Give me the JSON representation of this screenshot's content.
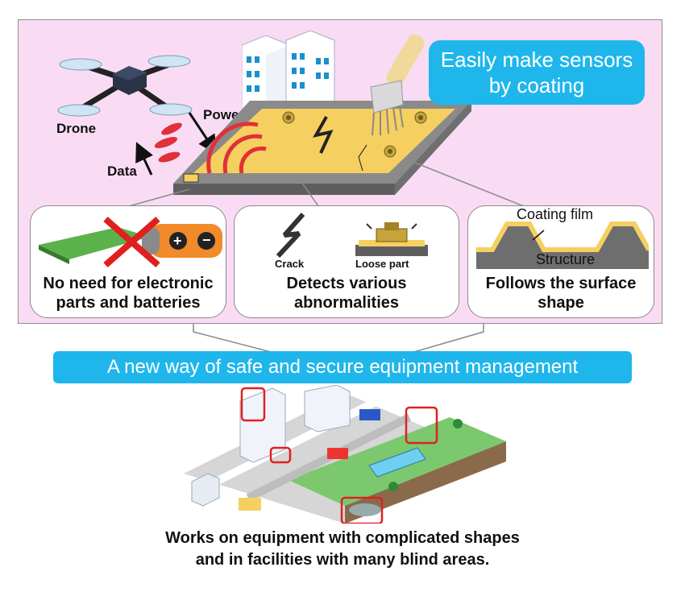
{
  "header_bubble": {
    "text_line1": "Easily make sensors",
    "text_line2": "by coating"
  },
  "labels": {
    "drone": "Drone",
    "power": "Power",
    "data": "Data"
  },
  "cards": [
    {
      "caption_line1": "No need for electronic",
      "caption_line2": "parts and batteries"
    },
    {
      "caption_line1": "Detects various",
      "caption_line2": "abnormalities",
      "sub_crack": "Crack",
      "sub_loose": "Loose part"
    },
    {
      "caption_line1": "Follows the surface",
      "caption_line2": "shape",
      "sub_coating": "Coating film",
      "sub_structure": "Structure"
    }
  ],
  "banner": {
    "text": "A new way of safe and secure equipment management"
  },
  "footer": {
    "line1": "Works on equipment with complicated shapes",
    "line2": "and in facilities with many blind areas."
  },
  "colors": {
    "panel": "#f9dcf4",
    "accent": "#1fb6ec",
    "coating": "#f5d060",
    "highlight_box": "#e0201f",
    "structure": "#6e6e6e"
  }
}
